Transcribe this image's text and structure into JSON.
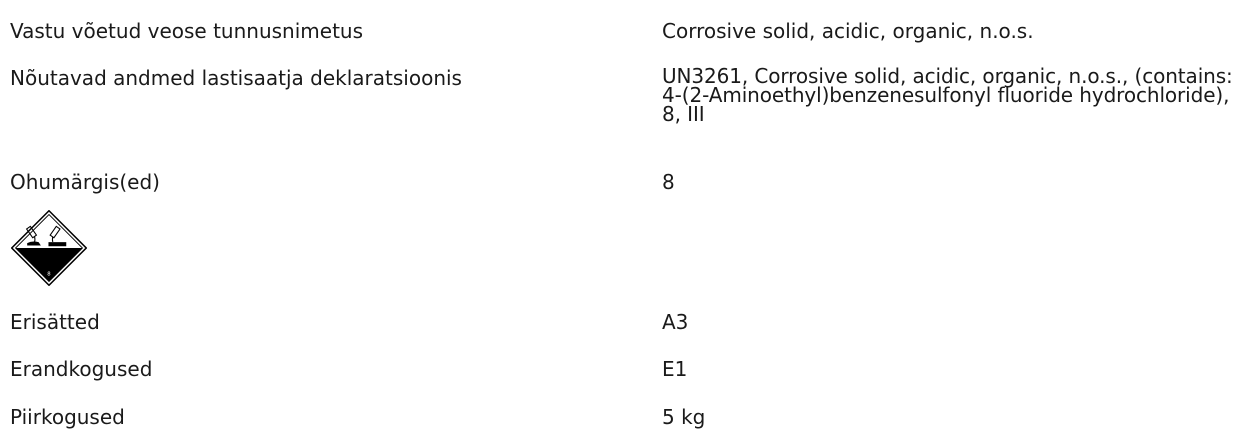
{
  "rows": [
    {
      "label": "Vastu võetud veose tunnusnimetus",
      "value": "Corrosive solid, acidic, organic, n.o.s."
    },
    {
      "label": "Nõutavad andmed lastisaatja deklaratsioonis",
      "value": "UN3261, Corrosive solid, acidic, organic, n.o.s., (contains: 4-(2-Aminoethyl)benzenesulfonyl fluoride hydrochloride), 8, III"
    },
    {
      "label": "Ohumärgis(ed)",
      "value": "8"
    },
    {
      "label": "Erisätted",
      "value": "A3"
    },
    {
      "label": "Erandkogused",
      "value": "E1"
    },
    {
      "label": "Piirkogused",
      "value": "5 kg"
    }
  ],
  "pictogram": {
    "icon": "corrosive-hazard-diamond-icon",
    "class_number": "8",
    "colors": {
      "top": "#ffffff",
      "bottom": "#000000",
      "border": "#000000"
    }
  }
}
